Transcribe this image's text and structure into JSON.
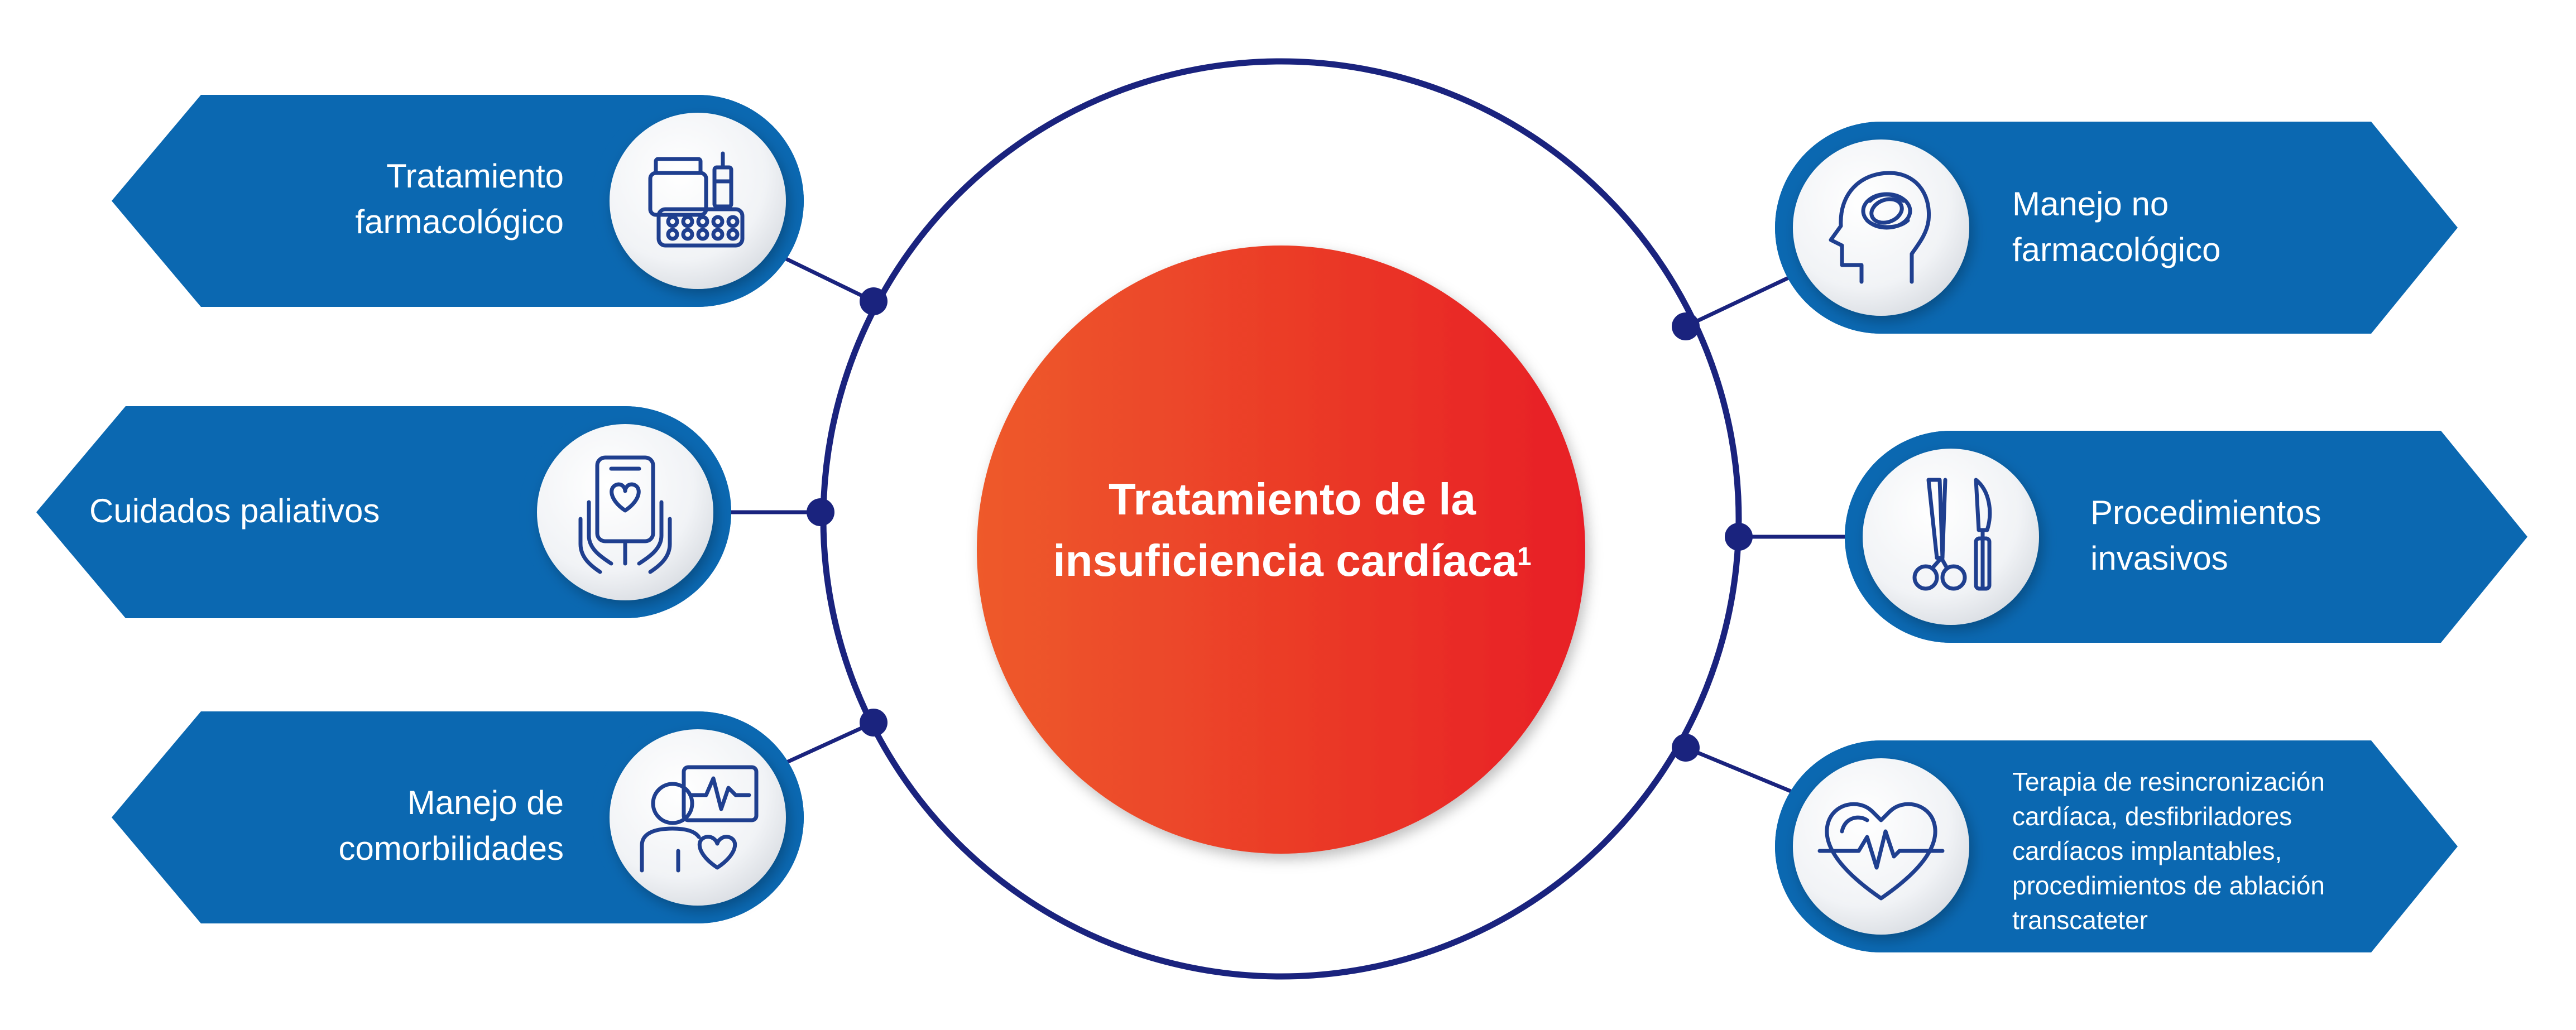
{
  "colors": {
    "node_blue": "#0b68b1",
    "ring_navy": "#1a237e",
    "icon_stroke": "#1f3f8f",
    "center_left": "#ee5a2b",
    "center_right": "#e81f25",
    "text_white": "#ffffff"
  },
  "center": {
    "line1": "Tratamiento de la",
    "line2": "insuficiencia cardíaca",
    "superscript": "1"
  },
  "nodes": {
    "farmacologico": {
      "line1": "Tratamiento",
      "line2": "farmacológico",
      "icon": "medication-icon"
    },
    "paliativos": {
      "line1": "Cuidados paliativos",
      "icon": "palliative-care-icon"
    },
    "comorbilidades": {
      "line1": "Manejo de",
      "line2": "comorbilidades",
      "icon": "patient-monitor-icon"
    },
    "no_farmacologico": {
      "line1": "Manejo no",
      "line2": "farmacológico",
      "icon": "head-mind-icon"
    },
    "invasivos": {
      "line1": "Procedimientos",
      "line2": "invasivos",
      "icon": "surgical-tools-icon"
    },
    "terapia": {
      "lines": [
        "Terapia de resincronización",
        "cardíaca, desfibriladores",
        "cardíacos implantables,",
        "procedimientos de ablación",
        "transcateter"
      ],
      "icon": "heartbeat-icon"
    }
  }
}
